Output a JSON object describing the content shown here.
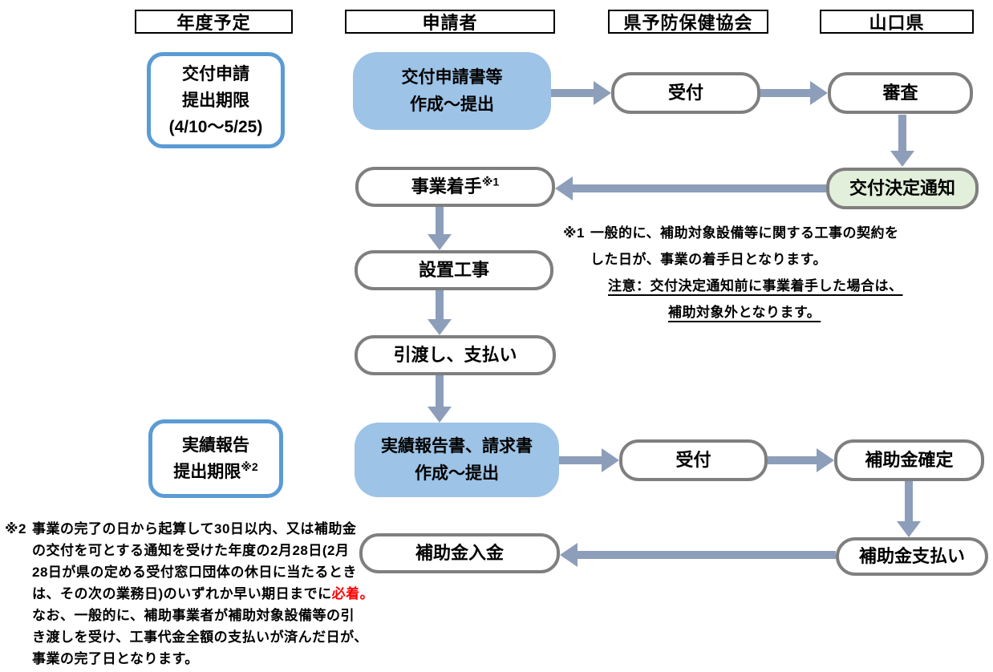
{
  "headers": {
    "schedule": "年度予定",
    "applicant": "申請者",
    "association": "県予防保健協会",
    "prefecture": "山口県"
  },
  "deadline_boxes": {
    "grant_application": {
      "line1": "交付申請",
      "line2": "提出期限",
      "line3": "(4/10～5/25)"
    },
    "result_report": {
      "line1": "実績報告",
      "line2": "提出期限",
      "sup": "※2"
    }
  },
  "nodes": {
    "create_application": {
      "line1": "交付申請書等",
      "line2": "作成～提出"
    },
    "reception_1": {
      "label": "受付"
    },
    "examination": {
      "label": "審査"
    },
    "grant_decision": {
      "label": "交付決定通知"
    },
    "project_start": {
      "label": "事業着手",
      "sup": "※1"
    },
    "installation": {
      "label": "設置工事"
    },
    "handover_payment": {
      "label": "引渡し、支払い"
    },
    "report_invoice": {
      "line1": "実績報告書、請求書",
      "line2": "作成～提出"
    },
    "reception_2": {
      "label": "受付"
    },
    "subsidy_confirmed": {
      "label": "補助金確定"
    },
    "subsidy_payment": {
      "label": "補助金支払い"
    },
    "subsidy_deposit": {
      "label": "補助金入金"
    }
  },
  "note1": {
    "marker": "※1",
    "line1": "一般的に、補助対象設備等に関する工事の契約を",
    "line2": "した日が、事業の着手日となります。",
    "line3": "注意：交付決定通知前に事業着手した場合は、",
    "line4": "補助対象外となります。"
  },
  "note2": {
    "marker": "※2",
    "line1": "事業の完了の日から起算して30日以内、又は補助金",
    "line2": "の交付を可とする通知を受けた年度の2月28日(2月",
    "line3": "28日が県の定める受付窓口団体の休日に当たるとき",
    "line4_prefix": "は、その次の業務日)のいずれか早い期日までに",
    "line4_red": "必着。",
    "line5": "なお、一般的に、補助事業者が補助対象設備等の引",
    "line6": "き渡しを受け、工事代金全額の支払いが済んだ日が、",
    "line7": "事業の完了日となります。"
  },
  "colors": {
    "blue_fill": "#9DC3E6",
    "blue_border": "#5B9BD5",
    "gray_border": "#7F7F7F",
    "green_fill": "#E2EFDA",
    "arrow": "#8C9EB9",
    "red_text": "#FF0000"
  }
}
